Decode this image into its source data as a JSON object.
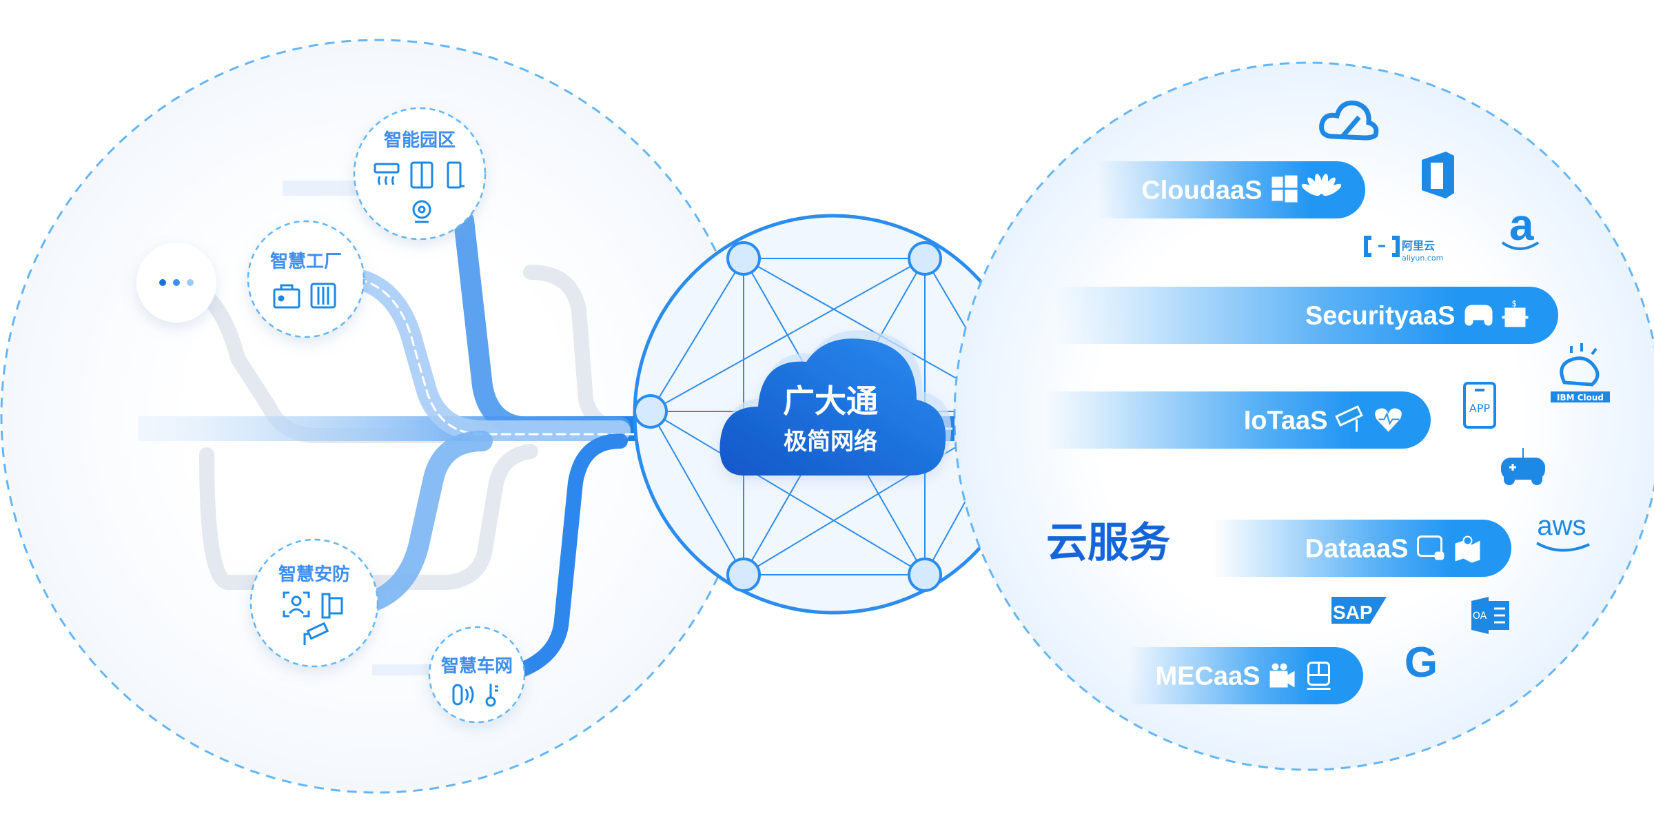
{
  "center": {
    "line1": "广大通",
    "line2": "极简网络"
  },
  "left_nodes": [
    {
      "label": "智能园区"
    },
    {
      "label": "智慧工厂"
    },
    {
      "label": "智慧安防"
    },
    {
      "label": "智慧车网"
    }
  ],
  "more_node": {
    "icon": "ellipsis-icon"
  },
  "cloud_service_title": "云服务",
  "services": [
    {
      "label": "CloudaaS",
      "icons": [
        "windows-icon",
        "huawei-icon"
      ]
    },
    {
      "label": "SecurityaaS",
      "icons": [
        "gamepad-icon",
        "bank-icon"
      ]
    },
    {
      "label": "IoTaaS",
      "icons": [
        "camera-icon",
        "heart-rate-icon"
      ]
    },
    {
      "label": "DataaaS",
      "icons": [
        "storage-icon",
        "map-icon"
      ]
    },
    {
      "label": "MECaaS",
      "icons": [
        "video-icon",
        "train-icon"
      ]
    }
  ],
  "logos": {
    "aliyun_cn": "阿里云",
    "aliyun_en": "aliyun.com",
    "app": "APP",
    "aws": "aws",
    "sap": "SAP",
    "oa": "OA",
    "google": "G",
    "ibm": "IBM Cloud",
    "amazon": "a"
  },
  "colors": {
    "primary": "#1e88e5",
    "dark": "#1565d8",
    "light": "#d6eaff",
    "dash": "#64b5f6"
  }
}
